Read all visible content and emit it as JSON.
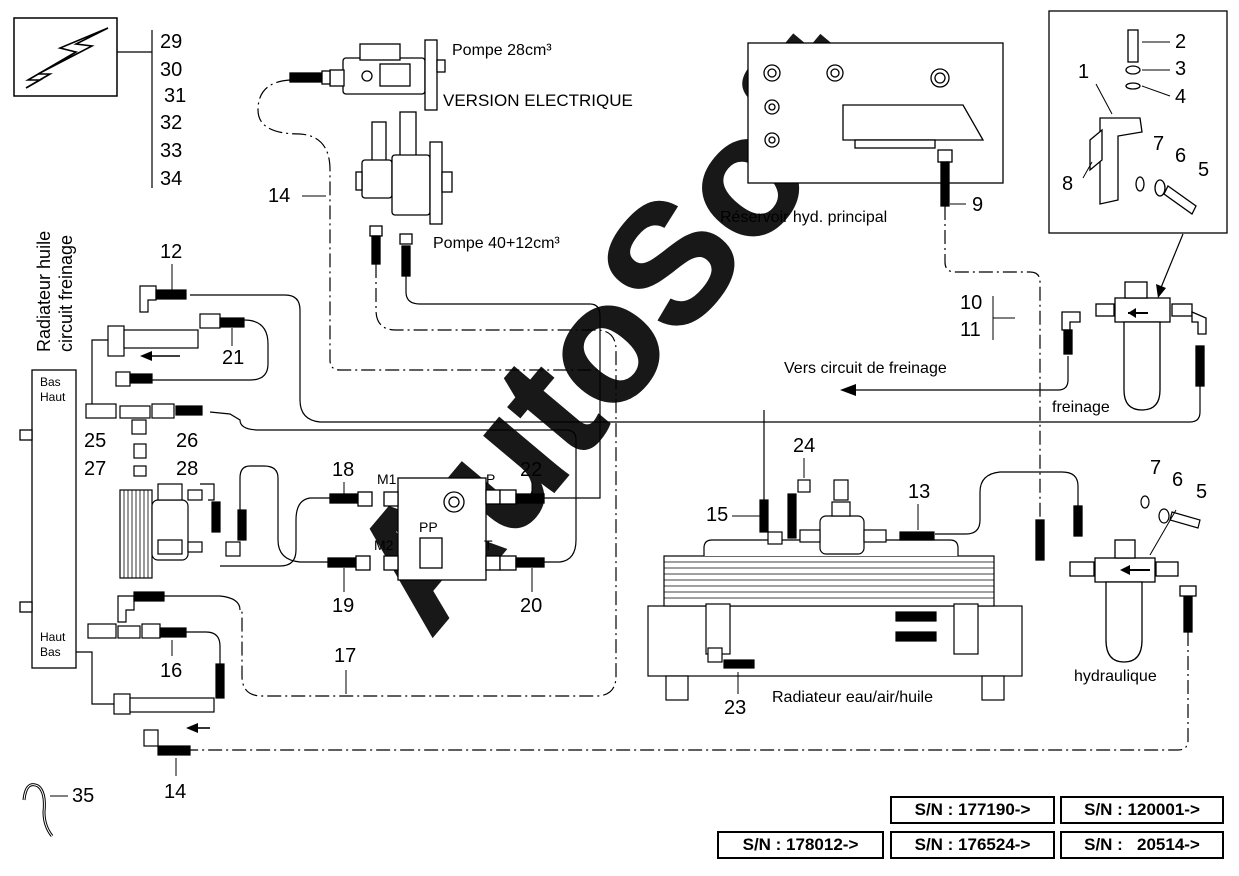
{
  "callouts": {
    "c29": "29",
    "c30": "30",
    "c31": "31",
    "c32": "32",
    "c33": "33",
    "c34": "34",
    "c14a": "14",
    "c14b": "14",
    "c12": "12",
    "c21": "21",
    "c25": "25",
    "c26": "26",
    "c27": "27",
    "c28": "28",
    "c18": "18",
    "c19": "19",
    "c20": "20",
    "c22": "22",
    "c16": "16",
    "c17": "17",
    "c35": "35",
    "c15": "15",
    "c24": "24",
    "c13": "13",
    "c23": "23",
    "c9": "9",
    "c10": "10",
    "c11": "11",
    "c1": "1",
    "c2": "2",
    "c3": "3",
    "c4": "4",
    "c5a": "5",
    "c6a": "6",
    "c7a": "7",
    "c8": "8",
    "c5b": "5",
    "c6b": "6",
    "c7b": "7"
  },
  "labels": {
    "pump28": "Pompe 28cm³",
    "version_electrique": "VERSION ELECTRIQUE",
    "pump40": "Pompe 40+12cm³",
    "reservoir": "Réservoir hyd. principal",
    "vers_freinage": "Vers circuit de freinage",
    "freinage": "freinage",
    "hydraulique": "hydraulique",
    "radiateur_eau": "Radiateur eau/air/huile",
    "radiateur_huile_1": "Radiateur huile",
    "radiateur_huile_2": "circuit freinage",
    "bas_top": "Bas",
    "haut_top": "Haut",
    "haut_bottom": "Haut",
    "bas_bottom": "Bas",
    "port_m1": "M1",
    "port_m2": "M2",
    "port_p": "P",
    "port_t": "T",
    "port_pp": "PP"
  },
  "serial_numbers": {
    "sn1": "S/N : 177190->",
    "sn2": "S/N : 120001->",
    "sn3": "S/N : 178012->",
    "sn4": "S/N : 176524->",
    "sn5": "S/N :   20514->"
  },
  "watermark": "AutoSoft",
  "icons": {
    "electric": "lightning-bolt-icon"
  }
}
